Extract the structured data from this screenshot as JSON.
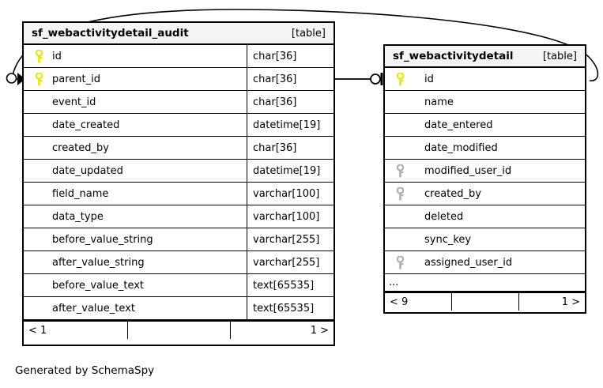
{
  "diagram": {
    "generator_caption": "Generated by SchemaSpy",
    "table_tag": "[table]",
    "colors": {
      "primary_key": "#e8e800",
      "foreign_key": "#b0b0b0",
      "header_background": "#f4f4f4",
      "border": "#000000",
      "background": "#ffffff"
    }
  },
  "tables": [
    {
      "name": "sf_webactivitydetail_audit",
      "tag": "[table]",
      "has_type_column": true,
      "truncated": false,
      "columns": [
        {
          "key": "primary",
          "name": "id",
          "type": "char[36]"
        },
        {
          "key": "primary",
          "name": "parent_id",
          "type": "char[36]"
        },
        {
          "key": "none",
          "name": "event_id",
          "type": "char[36]"
        },
        {
          "key": "none",
          "name": "date_created",
          "type": "datetime[19]"
        },
        {
          "key": "none",
          "name": "created_by",
          "type": "char[36]"
        },
        {
          "key": "none",
          "name": "date_updated",
          "type": "datetime[19]"
        },
        {
          "key": "none",
          "name": "field_name",
          "type": "varchar[100]"
        },
        {
          "key": "none",
          "name": "data_type",
          "type": "varchar[100]"
        },
        {
          "key": "none",
          "name": "before_value_string",
          "type": "varchar[255]"
        },
        {
          "key": "none",
          "name": "after_value_string",
          "type": "varchar[255]"
        },
        {
          "key": "none",
          "name": "before_value_text",
          "type": "text[65535]"
        },
        {
          "key": "none",
          "name": "after_value_text",
          "type": "text[65535]"
        }
      ],
      "footer": {
        "left": "< 1",
        "middle": "",
        "right": "1 >"
      }
    },
    {
      "name": "sf_webactivitydetail",
      "tag": "[table]",
      "has_type_column": false,
      "truncated": true,
      "ellipsis": "...",
      "columns": [
        {
          "key": "primary",
          "name": "id",
          "type": ""
        },
        {
          "key": "none",
          "name": "name",
          "type": ""
        },
        {
          "key": "none",
          "name": "date_entered",
          "type": ""
        },
        {
          "key": "none",
          "name": "date_modified",
          "type": ""
        },
        {
          "key": "foreign",
          "name": "modified_user_id",
          "type": ""
        },
        {
          "key": "foreign",
          "name": "created_by",
          "type": ""
        },
        {
          "key": "none",
          "name": "deleted",
          "type": ""
        },
        {
          "key": "none",
          "name": "sync_key",
          "type": ""
        },
        {
          "key": "foreign",
          "name": "assigned_user_id",
          "type": ""
        }
      ],
      "footer": {
        "left": "< 9",
        "middle": "",
        "right": "1 >"
      }
    }
  ],
  "relationships": [
    {
      "name": "parent-id-to-detail-id",
      "from_table": "sf_webactivitydetail_audit",
      "from_column": "parent_id",
      "to_table": "sf_webactivitydetail",
      "to_column": "id",
      "from_cardinality": "zero-or-more",
      "to_cardinality": "one"
    },
    {
      "name": "audit-loopback-to-detail-id",
      "from_table": "sf_webactivitydetail_audit",
      "from_column": "parent_id",
      "to_table": "sf_webactivitydetail",
      "to_column": "id",
      "from_cardinality": "zero-or-more",
      "to_cardinality": "one"
    }
  ]
}
